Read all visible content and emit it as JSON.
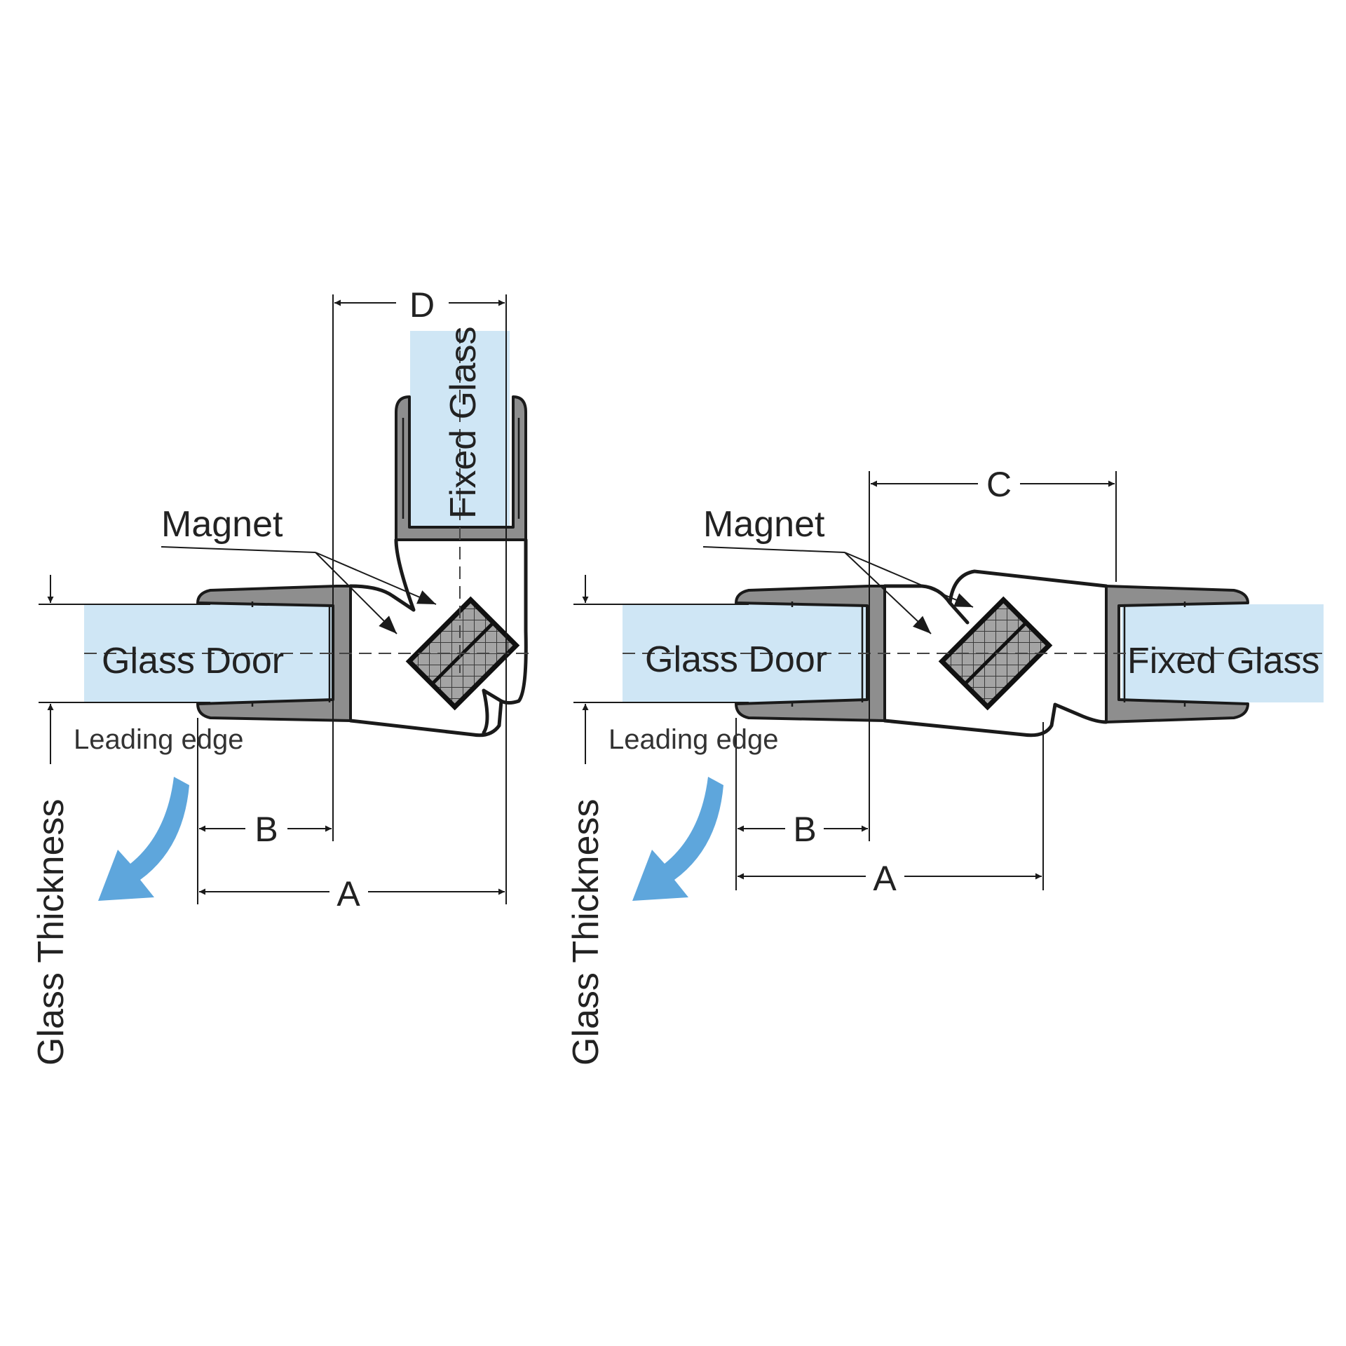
{
  "colors": {
    "glass": "#cfe6f5",
    "arrow": "#5ea6dc",
    "seal": "#8e8e8e",
    "magnet": "#9a9a9a"
  },
  "left": {
    "glass_door": "Glass Door",
    "fixed_glass": "Fixed Glass",
    "magnet": "Magnet",
    "leading_edge": "Leading edge",
    "glass_thickness": "Glass Thickness",
    "dim_a": "A",
    "dim_b": "B",
    "dim_d": "D"
  },
  "right": {
    "glass_door": "Glass Door",
    "fixed_glass": "Fixed Glass",
    "magnet": "Magnet",
    "leading_edge": "Leading edge",
    "glass_thickness": "Glass Thickness",
    "dim_a": "A",
    "dim_b": "B",
    "dim_c": "C"
  }
}
